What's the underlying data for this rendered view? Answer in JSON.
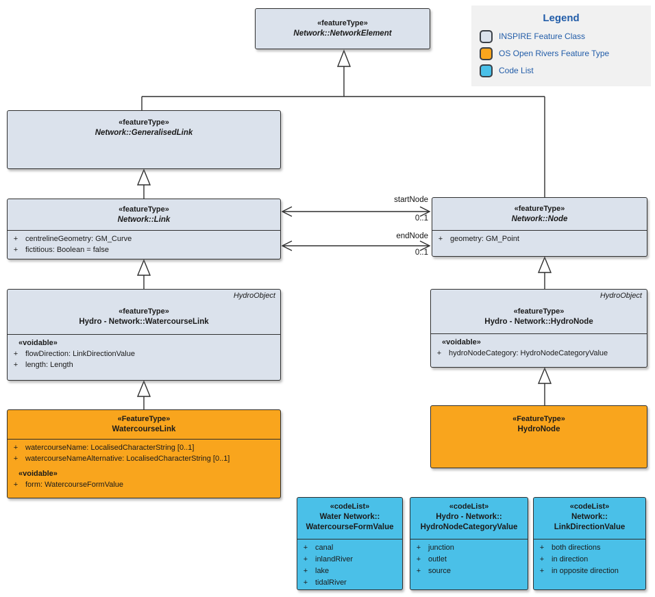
{
  "legend": {
    "title": "Legend",
    "items": [
      {
        "label": "INSPIRE Feature Class",
        "color": "#dbe2ec"
      },
      {
        "label": "OS Open Rivers Feature Type",
        "color": "#f9a51d"
      },
      {
        "label": "Code List",
        "color": "#4ac0e8"
      }
    ]
  },
  "classes": {
    "network_element": {
      "stereotype": "«featureType»",
      "name": "Network::NetworkElement"
    },
    "generalised_link": {
      "stereotype": "«featureType»",
      "name": "Network::GeneralisedLink"
    },
    "link": {
      "stereotype": "«featureType»",
      "name": "Network::Link",
      "attributes": [
        {
          "p": "+",
          "t": "centrelineGeometry: GM_Curve"
        },
        {
          "p": "+",
          "t": "fictitious: Boolean = false"
        }
      ]
    },
    "node": {
      "stereotype": "«featureType»",
      "name": "Network::Node",
      "attributes": [
        {
          "p": "+",
          "t": "geometry: GM_Point"
        }
      ]
    },
    "watercourse_link_inspire": {
      "corner": "HydroObject",
      "stereotype": "«featureType»",
      "name": "Hydro - Network::WatercourseLink",
      "voidable": "«voidable»",
      "attributes": [
        {
          "p": "+",
          "t": "flowDirection: LinkDirectionValue"
        },
        {
          "p": "+",
          "t": "length: Length"
        }
      ]
    },
    "hydro_node_inspire": {
      "corner": "HydroObject",
      "stereotype": "«featureType»",
      "name": "Hydro - Network::HydroNode",
      "voidable": "«voidable»",
      "attributes": [
        {
          "p": "+",
          "t": "hydroNodeCategory: HydroNodeCategoryValue"
        }
      ]
    },
    "watercourse_link_os": {
      "stereotype": "«FeatureType»",
      "name": "WatercourseLink",
      "voidable": "«voidable»",
      "attributes": [
        {
          "p": "+",
          "t": "watercourseName: LocalisedCharacterString [0..1]"
        },
        {
          "p": "+",
          "t": "watercourseNameAlternative: LocalisedCharacterString [0..1]"
        },
        {
          "p": "+",
          "t": "form: WatercourseFormValue"
        }
      ]
    },
    "hydro_node_os": {
      "stereotype": "«FeatureType»",
      "name": "HydroNode"
    }
  },
  "codelists": [
    {
      "stereotype": "«codeList»",
      "scope": "Water Network::",
      "name": "WatercourseFormValue",
      "values": [
        {
          "p": "+",
          "t": "canal"
        },
        {
          "p": "+",
          "t": "inlandRiver"
        },
        {
          "p": "+",
          "t": "lake"
        },
        {
          "p": "+",
          "t": "tidalRiver"
        }
      ]
    },
    {
      "stereotype": "«codeList»",
      "scope": "Hydro - Network::",
      "name": "HydroNodeCategoryValue",
      "values": [
        {
          "p": "+",
          "t": "junction"
        },
        {
          "p": "+",
          "t": "outlet"
        },
        {
          "p": "+",
          "t": "source"
        }
      ]
    },
    {
      "stereotype": "«codeList»",
      "scope": "Network::",
      "name": "LinkDirectionValue",
      "values": [
        {
          "p": "+",
          "t": "both directions"
        },
        {
          "p": "+",
          "t": "in direction"
        },
        {
          "p": "+",
          "t": "in opposite direction"
        }
      ]
    }
  ],
  "associations": {
    "start": {
      "label": "startNode",
      "multiplicity": "0..1"
    },
    "end": {
      "label": "endNode",
      "multiplicity": "0..1"
    }
  }
}
